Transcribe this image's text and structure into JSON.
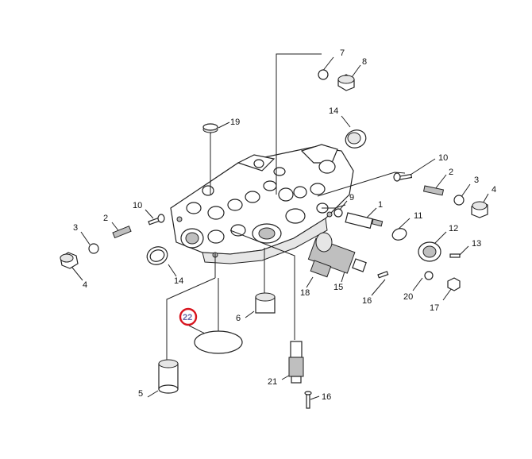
{
  "callouts": {
    "c7": "7",
    "c8": "8",
    "c14a": "14",
    "c19": "19",
    "c10a": "10",
    "c2a": "2",
    "c3a": "3",
    "c4a": "4",
    "c9": "9",
    "c1": "1",
    "c11": "11",
    "c12": "12",
    "c13": "13",
    "c10b": "10",
    "c2b": "2",
    "c3b": "3",
    "c4b": "4",
    "c14b": "14",
    "c6": "6",
    "c22": "22",
    "c5": "5",
    "c18": "18",
    "c15": "15",
    "c16a": "16",
    "c20": "20",
    "c17": "17",
    "c21": "21",
    "c16b": "16"
  },
  "highlight": {
    "label": "22",
    "color": "#d8141e"
  }
}
